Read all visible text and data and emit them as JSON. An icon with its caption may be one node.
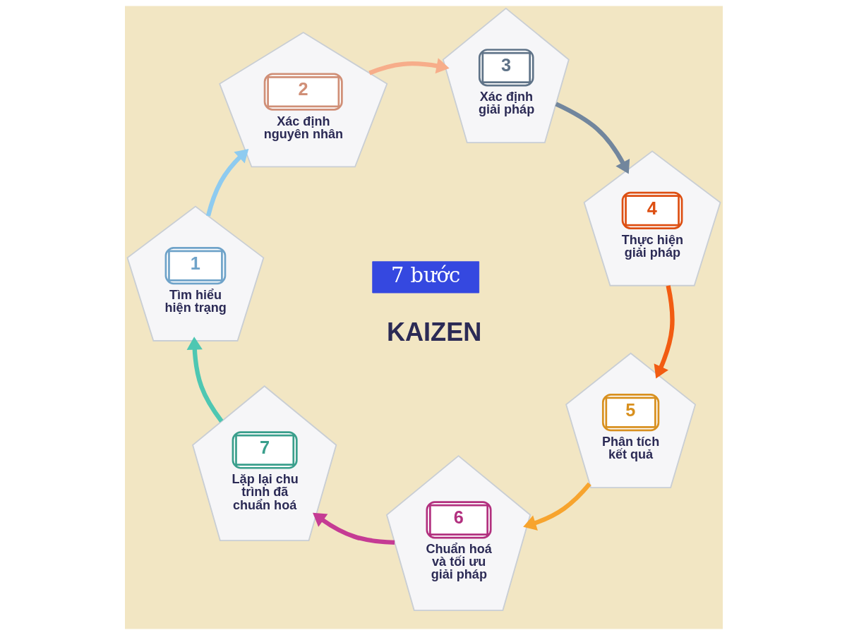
{
  "diagram": {
    "nodes": [
      {
        "text": [
          "1",
          "Tìm hiểu hiện trạng"
        ]
      },
      {
        "text": [
          "2",
          "Xác định nguyên nhân"
        ]
      },
      {
        "text": [
          "3",
          "Xác định giải pháp"
        ]
      },
      {
        "text": [
          "4",
          "Thực hiện giải pháp"
        ]
      },
      {
        "text": [
          "5",
          "Phân tích kết quả"
        ]
      },
      {
        "text": [
          "6",
          "Chuẩn hoá và tối ưu giải pháp"
        ]
      },
      {
        "text": [
          "7",
          "Lặp lại chu trình đã chuẩn hoá"
        ]
      },
      {
        "text": [
          "7 bước"
        ]
      }
    ],
    "edges": [
      {
        "from": 0,
        "to": 1,
        "arrow": "to",
        "color": "#8ecbf0"
      },
      {
        "from": 1,
        "to": 2,
        "arrow": "to",
        "color": "#f7ad8a"
      },
      {
        "from": 2,
        "to": 3,
        "arrow": "to",
        "color": "#72869d"
      },
      {
        "from": 3,
        "to": 4,
        "arrow": "to",
        "color": "#f25c12"
      },
      {
        "from": 4,
        "to": 5,
        "arrow": "to",
        "color": "#f7a42e"
      },
      {
        "from": 5,
        "to": 6,
        "arrow": "to",
        "color": "#c53b94"
      },
      {
        "from": 6,
        "to": 0,
        "arrow": "to",
        "color": "#4ec7b2"
      }
    ],
    "labels": [
      "KAIZEN"
    ]
  }
}
